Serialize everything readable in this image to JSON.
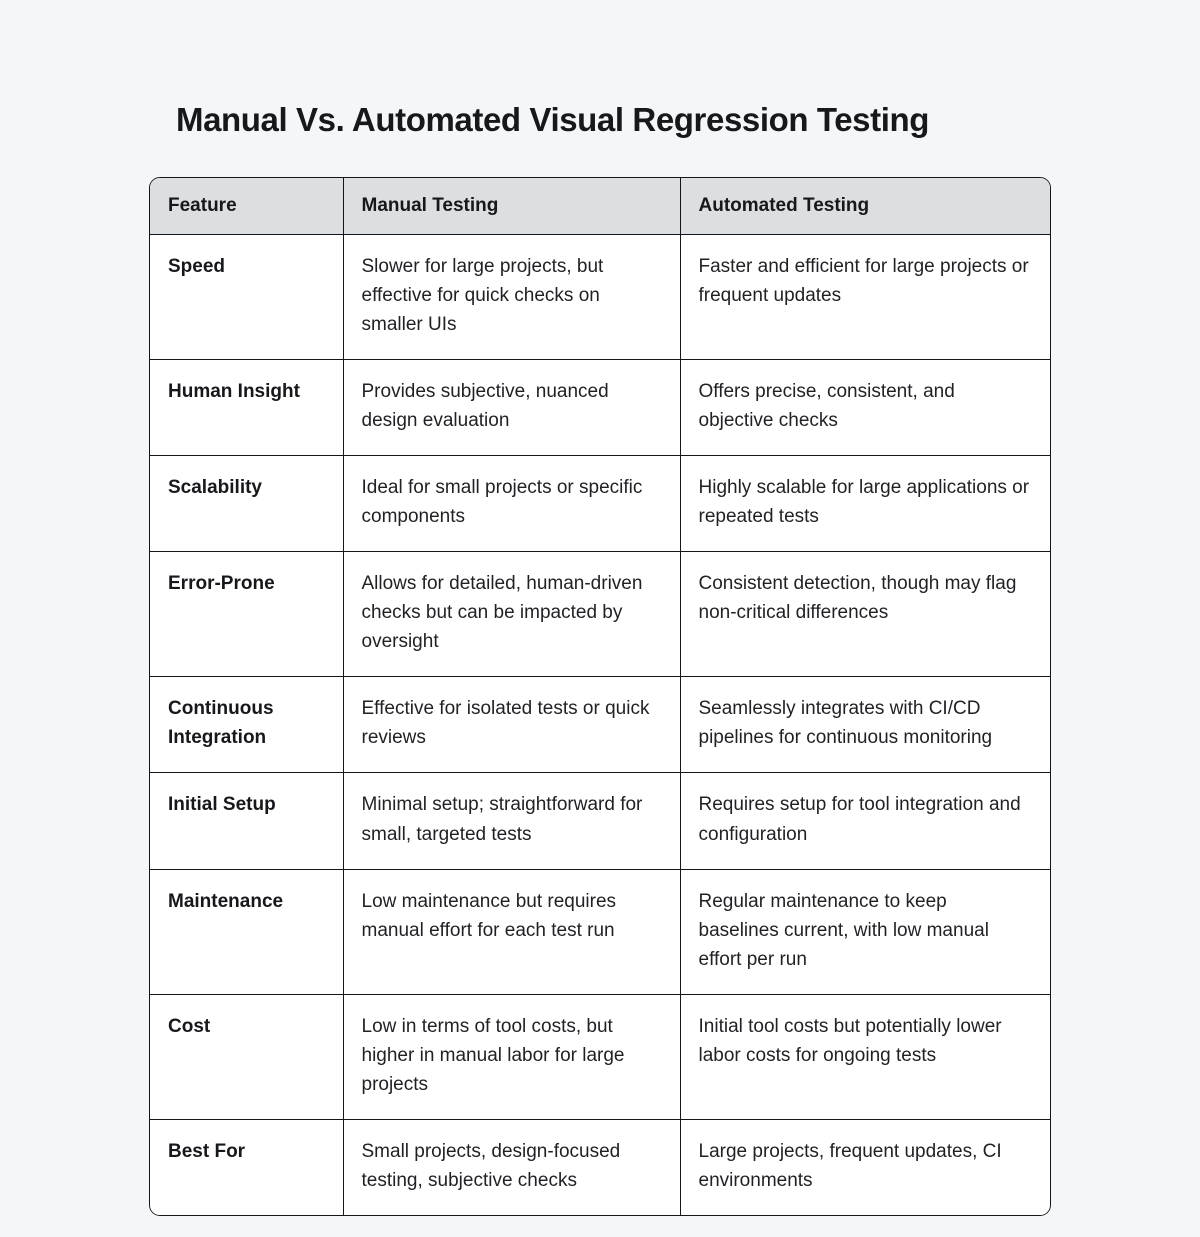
{
  "title": "Manual Vs. Automated Visual Regression Testing",
  "colors": {
    "page_background": "#f5f6f8",
    "header_background": "#dcdfe1",
    "table_background": "#ffffff",
    "border": "#14161a",
    "title_text": "#16181b",
    "body_text": "#1f2124"
  },
  "table": {
    "columns": [
      {
        "key": "feature",
        "label": "Feature"
      },
      {
        "key": "manual",
        "label": "Manual Testing"
      },
      {
        "key": "automated",
        "label": "Automated Testing"
      }
    ],
    "rows": [
      {
        "feature": "Speed",
        "manual": "Slower for large projects, but effective for quick checks on smaller UIs",
        "automated": "Faster and efficient for large projects or frequent updates"
      },
      {
        "feature": "Human Insight",
        "manual": "Provides subjective, nuanced design evaluation",
        "automated": "Offers precise, consistent, and objective checks"
      },
      {
        "feature": "Scalability",
        "manual": "Ideal for small projects or specific components",
        "automated": "Highly scalable for large applications or repeated tests"
      },
      {
        "feature": "Error-Prone",
        "manual": "Allows for detailed, human-driven checks but can be impacted by oversight",
        "automated": "Consistent detection, though may flag non-critical differences"
      },
      {
        "feature": "Continuous Integration",
        "manual": "Effective for isolated tests or quick reviews",
        "automated": "Seamlessly integrates with CI/CD pipelines for continuous monitoring"
      },
      {
        "feature": "Initial Setup",
        "manual": "Minimal setup; straightforward for small, targeted tests",
        "automated": "Requires setup for tool integration and configuration"
      },
      {
        "feature": "Maintenance",
        "manual": "Low maintenance but requires manual effort for each test run",
        "automated": "Regular maintenance to keep baselines current, with low manual effort per run"
      },
      {
        "feature": "Cost",
        "manual": "Low in terms of tool costs, but higher in manual labor for large projects",
        "automated": "Initial tool costs but potentially lower labor costs for ongoing tests"
      },
      {
        "feature": "Best For",
        "manual": "Small projects, design-focused testing, subjective checks",
        "automated": "Large projects, frequent updates, CI environments"
      }
    ]
  }
}
